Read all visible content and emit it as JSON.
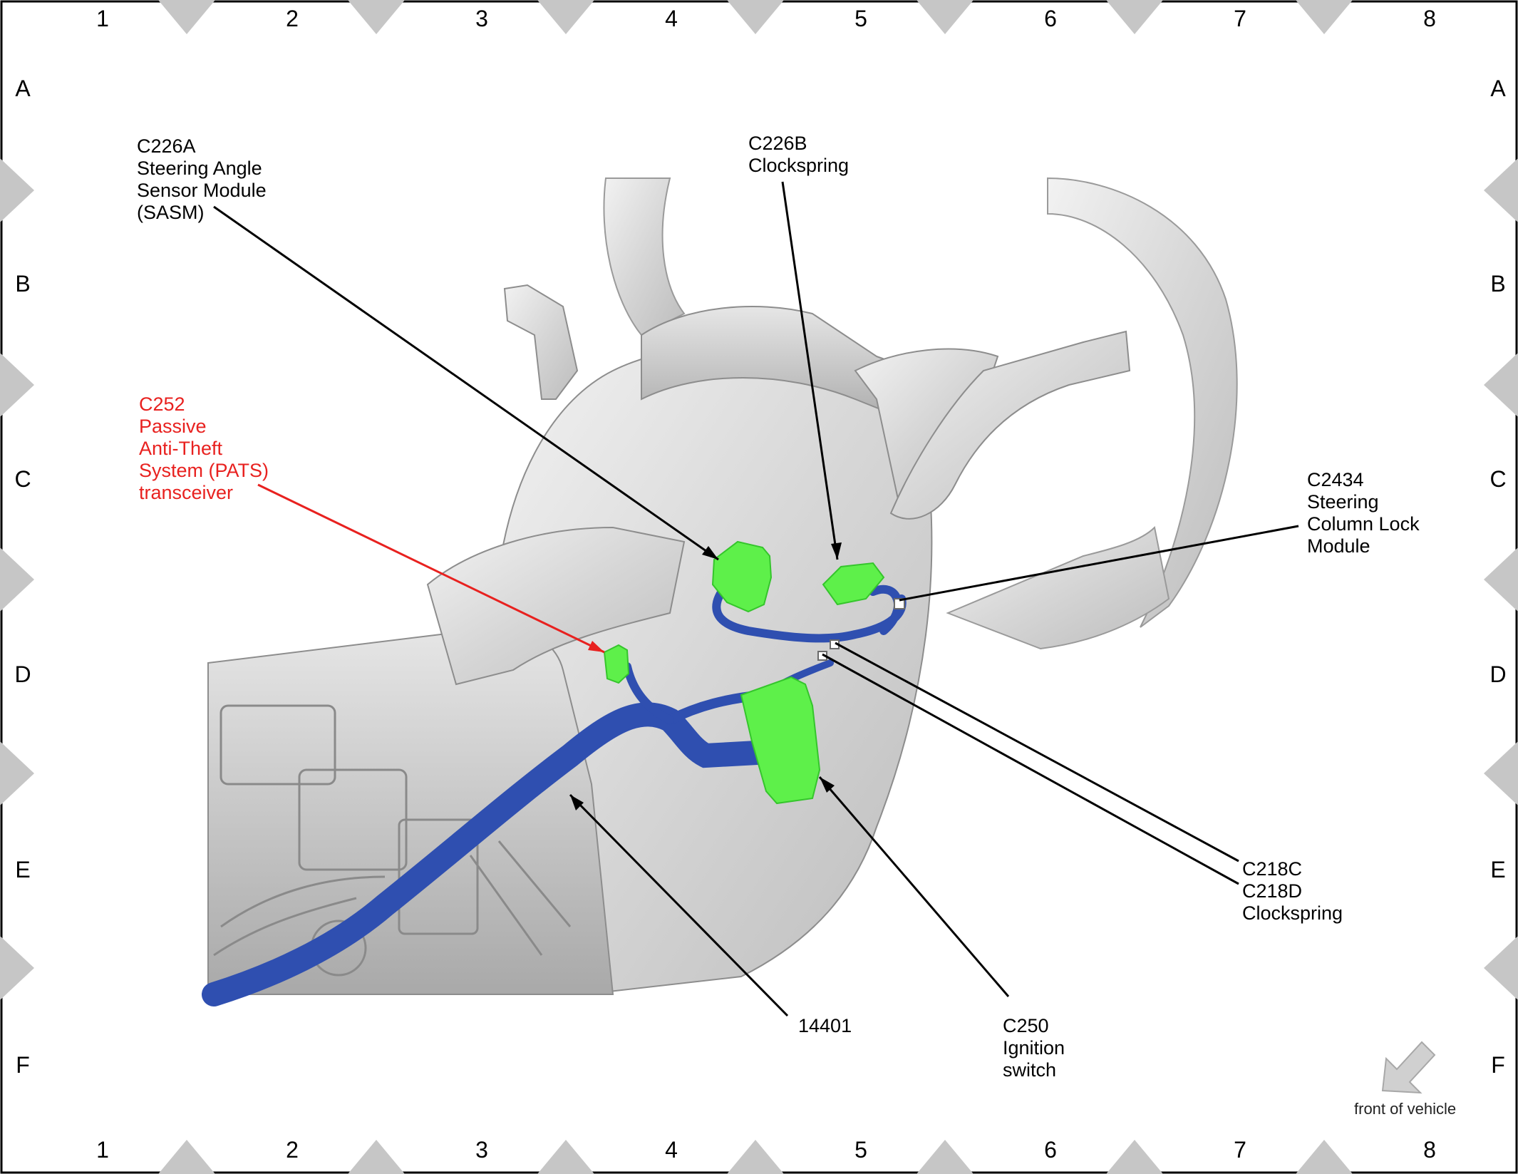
{
  "grid": {
    "columns": [
      "1",
      "2",
      "3",
      "4",
      "5",
      "6",
      "7",
      "8"
    ],
    "rows": [
      "A",
      "B",
      "C",
      "D",
      "E",
      "F"
    ]
  },
  "callouts": {
    "c226a": [
      "C226A",
      "Steering Angle",
      "Sensor Module",
      "(SASM)"
    ],
    "c226b": [
      "C226B",
      "Clockspring"
    ],
    "c252": [
      "C252",
      "Passive",
      "Anti-Theft",
      "System (PATS)",
      "transceiver"
    ],
    "c2434": [
      "C2434",
      "Steering",
      "Column Lock",
      "Module"
    ],
    "c218": [
      "C218C",
      "C218D",
      "Clockspring"
    ],
    "harness": [
      "14401"
    ],
    "c250": [
      "C250",
      "Ignition",
      "switch"
    ]
  },
  "orientation": {
    "label": "front of vehicle",
    "icon": "arrow-icon"
  },
  "colors": {
    "connector": "#5ef04a",
    "harness": "#2f4fb0",
    "highlight_callout": "#e8211f",
    "body": "#cfcfcf"
  }
}
